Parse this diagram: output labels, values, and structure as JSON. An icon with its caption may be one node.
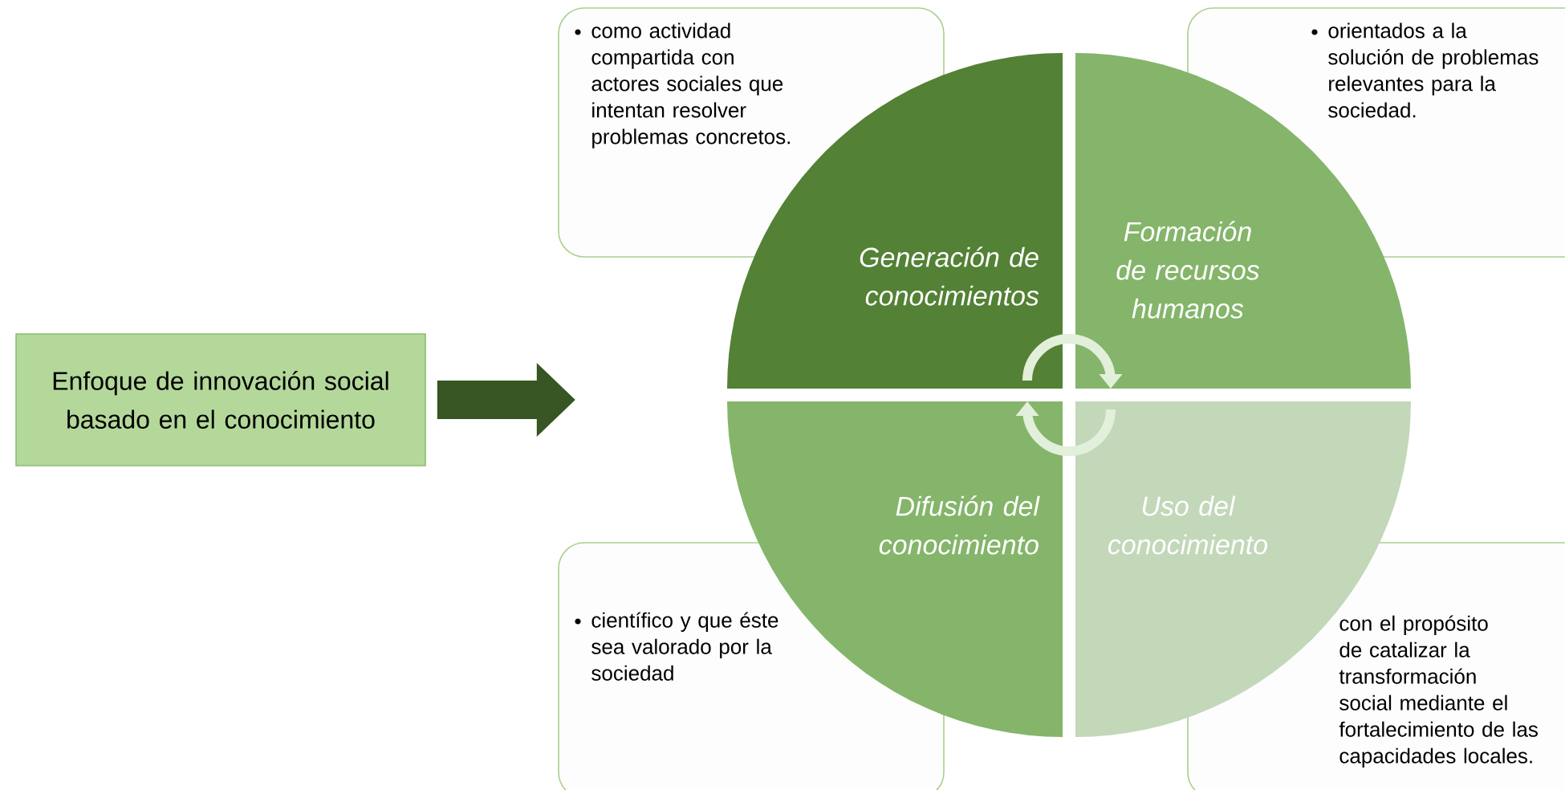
{
  "diagram": {
    "nodes": [
      {
        "text": [
          "Enfoque de innovación social basado en el conocimiento"
        ]
      },
      {
        "text": [
          "como actividad compartida con actores sociales que intentan resolver problemas concretos."
        ]
      },
      {
        "text": [
          "Generación de conocimientos"
        ]
      },
      {
        "text": [
          "Formación de recursos humanos"
        ]
      },
      {
        "text": [
          "orientados a la solución de problemas relevantes para la sociedad."
        ]
      },
      {
        "text": [
          "científico y que éste sea valorado por la sociedad"
        ]
      },
      {
        "text": [
          "Difusión del conocimiento"
        ]
      },
      {
        "text": [
          "Uso del conocimiento"
        ]
      },
      {
        "text": [
          "con el propósito de catalizar la transformación social mediante el fortalecimiento de las capacidades locales."
        ]
      }
    ],
    "edges": [
      {
        "from": 0,
        "to": null,
        "arrow": "to",
        "style": "thick"
      },
      {
        "from": 2,
        "to": 3,
        "arrow": "to"
      },
      {
        "from": 7,
        "to": 6,
        "arrow": "to"
      }
    ]
  }
}
